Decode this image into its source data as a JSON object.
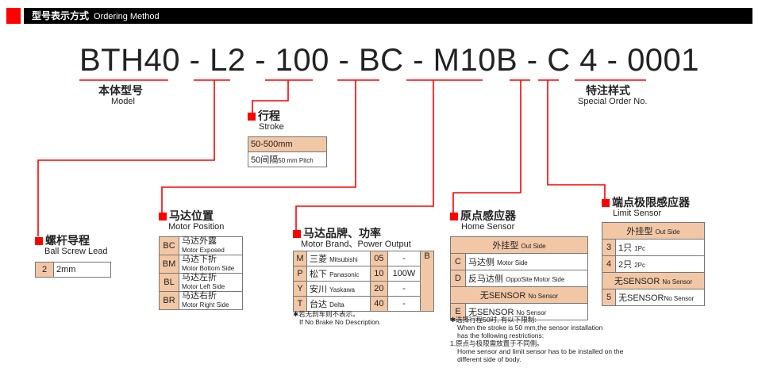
{
  "header": {
    "title_cn": "型号表示方式",
    "title_en": "Ordering Method"
  },
  "code": {
    "model": "BTH40",
    "sep": "-",
    "lead": "L2",
    "stroke": "100",
    "motor_pos": "BC",
    "motor_brand": "M10B",
    "home": "C",
    "limit": "4",
    "special": "0001"
  },
  "model": {
    "cn": "本体型号",
    "en": "Model"
  },
  "special": {
    "cn": "特注样式",
    "en": "Special Order No."
  },
  "stroke": {
    "cn": "行程",
    "en": "Stroke",
    "row1": "50-500mm",
    "row2_cn": "50间隔",
    "row2_en": "50 mm Pitch"
  },
  "lead": {
    "cn": "螺杆导程",
    "en": "Ball Screw Lead",
    "code": "2",
    "value": "2mm"
  },
  "motor_position": {
    "cn": "马达位置",
    "en": "Motor Position",
    "items": [
      {
        "code": "BC",
        "cn": "马达外露",
        "en": "Motor Exposed"
      },
      {
        "code": "BM",
        "cn": "马达下折",
        "en": "Motor Bottom Side"
      },
      {
        "code": "BL",
        "cn": "马达左折",
        "en": "Motor Left Side"
      },
      {
        "code": "BR",
        "cn": "马达右折",
        "en": "Motor Right Side"
      }
    ]
  },
  "motor_brand": {
    "cn": "马达品牌、功率",
    "en": "Motor Brand、Power Output",
    "items": [
      {
        "code": "M",
        "cn": "三菱",
        "en": "Mitsubishi",
        "power": "05",
        "unit": "-"
      },
      {
        "code": "P",
        "cn": "松下",
        "en": "Panasonic",
        "power": "10",
        "unit": "100W"
      },
      {
        "code": "Y",
        "cn": "安川",
        "en": "Yaskawa",
        "power": "20",
        "unit": "-"
      },
      {
        "code": "T",
        "cn": "台达",
        "en": "Delta",
        "power": "40",
        "unit": "-"
      }
    ],
    "brake_code": "B",
    "note_cn": "若无刹车则不表示。",
    "note_en": "If No Brake No Description."
  },
  "home_sensor": {
    "cn": "原点感应器",
    "en": "Home Sensor",
    "outside_cn": "外挂型",
    "outside_en": "Out Side",
    "items": [
      {
        "code": "C",
        "cn": "马达侧",
        "en": "Motor Side"
      },
      {
        "code": "D",
        "cn": "反马达侧",
        "en": "OppoSite Motor Side"
      }
    ],
    "no_sensor_cn": "无SENSOR",
    "no_sensor_en": "No Sensor",
    "e_code": "E",
    "note1_cn": "选择行程50时, 有以下限制:",
    "note1_en1": "When the stroke is 50 mm,the sensor installation",
    "note1_en2": "has the following restrictions:",
    "note2_cn": "1.原点与极限需放置于不同侧。",
    "note2_en1": "Home sensor and limit sensor has to be installed on the",
    "note2_en2": "different side of body."
  },
  "limit_sensor": {
    "cn": "端点极限感应器",
    "en": "Limit Sensor",
    "outside_cn": "外挂型",
    "outside_en": "Out Side",
    "items": [
      {
        "code": "3",
        "cn": "1只",
        "en": "1Pc"
      },
      {
        "code": "4",
        "cn": "2只",
        "en": "2Pc"
      }
    ],
    "no_sensor_cn": "无SENSOR",
    "no_sensor_en": "No Sensor",
    "five_code": "5"
  },
  "colors": {
    "accent": "#ff0000",
    "cell": "#f2c7a6",
    "header": "#000000"
  }
}
